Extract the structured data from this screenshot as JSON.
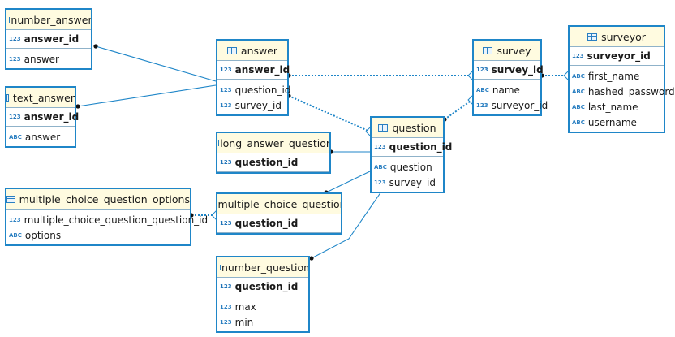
{
  "entities": {
    "number_answer": {
      "name": "number_answer",
      "pk": {
        "type": "123",
        "name": "answer_id"
      },
      "cols": [
        {
          "type": "123",
          "name": "answer"
        }
      ]
    },
    "text_answer": {
      "name": "text_answer",
      "pk": {
        "type": "123",
        "name": "answer_id"
      },
      "cols": [
        {
          "type": "ABC",
          "name": "answer"
        }
      ]
    },
    "answer": {
      "name": "answer",
      "pk": {
        "type": "123",
        "name": "answer_id"
      },
      "cols": [
        {
          "type": "123",
          "name": "question_id"
        },
        {
          "type": "123",
          "name": "survey_id"
        }
      ]
    },
    "survey": {
      "name": "survey",
      "pk": {
        "type": "123",
        "name": "survey_id"
      },
      "cols": [
        {
          "type": "ABC",
          "name": "name"
        },
        {
          "type": "123",
          "name": "surveyor_id"
        }
      ]
    },
    "surveyor": {
      "name": "surveyor",
      "pk": {
        "type": "123",
        "name": "surveyor_id"
      },
      "cols": [
        {
          "type": "ABC",
          "name": "first_name"
        },
        {
          "type": "ABC",
          "name": "hashed_password"
        },
        {
          "type": "ABC",
          "name": "last_name"
        },
        {
          "type": "ABC",
          "name": "username"
        }
      ]
    },
    "question": {
      "name": "question",
      "pk": {
        "type": "123",
        "name": "question_id"
      },
      "cols": [
        {
          "type": "ABC",
          "name": "question"
        },
        {
          "type": "123",
          "name": "survey_id"
        }
      ]
    },
    "long_answer_question": {
      "name": "long_answer_question",
      "pk": {
        "type": "123",
        "name": "question_id"
      },
      "cols": []
    },
    "multiple_choice_question_options": {
      "name": "multiple_choice_question_options",
      "pk": null,
      "cols": [
        {
          "type": "123",
          "name": "multiple_choice_question_question_id"
        },
        {
          "type": "ABC",
          "name": "options"
        }
      ]
    },
    "multiple_choice_question": {
      "name": "multiple_choice_question",
      "pk": {
        "type": "123",
        "name": "question_id"
      },
      "cols": []
    },
    "number_question": {
      "name": "number_question",
      "pk": {
        "type": "123",
        "name": "question_id"
      },
      "cols": [
        {
          "type": "123",
          "name": "max"
        },
        {
          "type": "123",
          "name": "min"
        }
      ]
    }
  },
  "relationships": [
    {
      "from": "number_answer",
      "to": "answer",
      "style": "solid"
    },
    {
      "from": "text_answer",
      "to": "answer",
      "style": "solid"
    },
    {
      "from": "answer",
      "to": "survey",
      "style": "dotted"
    },
    {
      "from": "answer",
      "to": "question",
      "style": "dotted"
    },
    {
      "from": "question",
      "to": "survey",
      "style": "dotted"
    },
    {
      "from": "survey",
      "to": "surveyor",
      "style": "dotted"
    },
    {
      "from": "long_answer_question",
      "to": "question",
      "style": "solid"
    },
    {
      "from": "multiple_choice_question",
      "to": "question",
      "style": "solid"
    },
    {
      "from": "number_question",
      "to": "question",
      "style": "solid"
    },
    {
      "from": "multiple_choice_question_options",
      "to": "multiple_choice_question",
      "style": "dotted"
    }
  ],
  "colors": {
    "border": "#1f86c8",
    "header": "#fffbe0",
    "line": "#1f86c8"
  }
}
